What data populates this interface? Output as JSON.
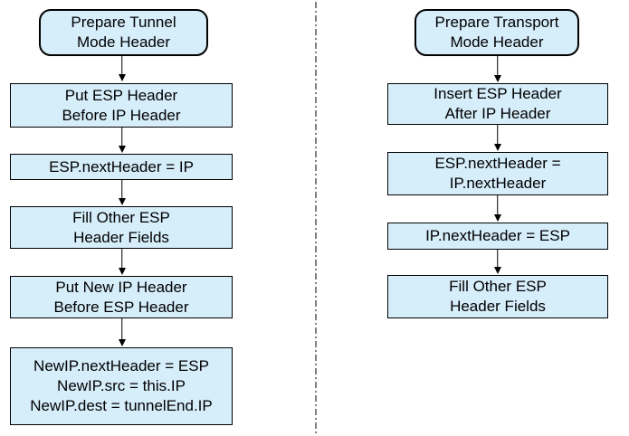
{
  "colors": {
    "box_fill": "#D6EDFA",
    "box_border": "#000000",
    "line_color": "#000000",
    "divider_color": "#7F7F7F",
    "background": "#FFFFFF"
  },
  "flows": {
    "tunnel": {
      "start": "Prepare Tunnel\nMode Header",
      "steps": [
        "Put ESP Header\nBefore IP Header",
        "ESP.nextHeader = IP",
        "Fill Other ESP\nHeader Fields",
        "Put New IP Header\nBefore ESP Header",
        "NewIP.nextHeader = ESP\nNewIP.src = this.IP\nNewIP.dest = tunnelEnd.IP"
      ]
    },
    "transport": {
      "start": "Prepare Transport\nMode Header",
      "steps": [
        "Insert ESP Header\nAfter IP Header",
        "ESP.nextHeader =\nIP.nextHeader",
        "IP.nextHeader = ESP",
        "Fill Other ESP\nHeader Fields"
      ]
    }
  }
}
